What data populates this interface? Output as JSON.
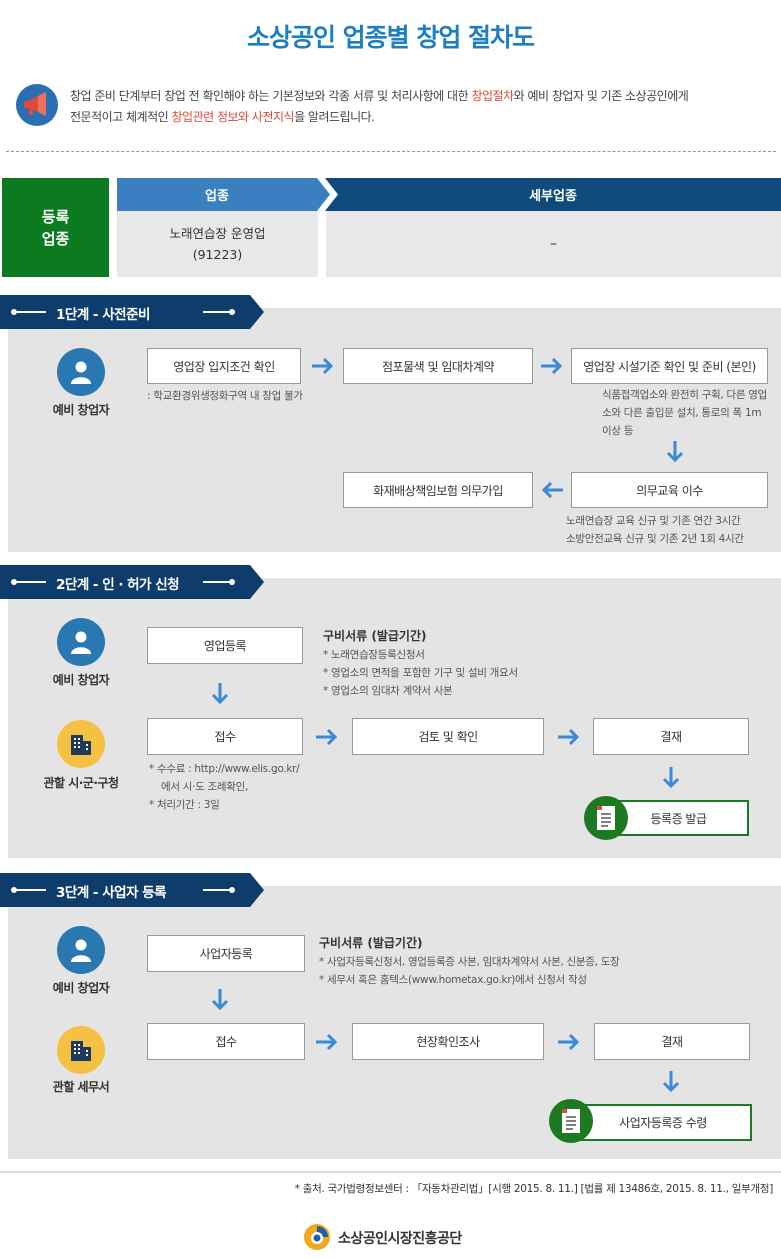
{
  "title": "소상공인 업종별 창업 절차도",
  "intro": {
    "p1": "창업 준비 단계부터 창업 전 확인해야 하는 기본정보와 각종 서류 및 처리사항에 대한 ",
    "p1_red": "창업절차",
    "p2": "와 예비 창업자 및 기존 소상공인에게",
    "p3": "전문적이고 체계적인 ",
    "p3_red": "창업관련 정보와 사전지식",
    "p4": "을 알려드립니다."
  },
  "registration": {
    "label_line1": "등록",
    "label_line2": "업종",
    "head_industry": "업종",
    "head_sub": "세부업종",
    "industry_line1": "노래연습장 운영업",
    "industry_line2": "(91223)",
    "sub_value": "–"
  },
  "stage1": {
    "tag": "1단계 - 사전준비",
    "role": "예비 창업자",
    "step1": "영업장 입지조건 확인",
    "step1_note": ": 학교환경위생정화구역 내 창업 불가",
    "step2": "점포물색 및 임대차계약",
    "step3": "영업장 시설기준 확인 및 준비 (본인)",
    "step3_note1": "식품접객업소와 완전히 구획, 다른 영업",
    "step3_note2": "소와 다른 출입문 설치, 통로의 폭 1m",
    "step3_note3": "이상 등",
    "step4": "의무교육 이수",
    "step4_note1": "노래연습장 교육 신규 및 기존 연간 3시간",
    "step4_note2": "소방안전교육 신규 및 기존 2년 1회 4시간",
    "step5": "화재배상책임보험 의무가입"
  },
  "stage2": {
    "tag": "2단계 - 인 · 허가 신청",
    "role1": "예비 창업자",
    "role2": "관할 시·군·구청",
    "step1": "영업등록",
    "docs_title": "구비서류 (발급기간)",
    "doc1": "* 노래연습장등록신청서",
    "doc2": "* 영업소의 면적을 포함한 기구 및 설비 개요서",
    "doc3": "* 영업소의 임대차 계약서 사본",
    "step2": "접수",
    "step2_note1": "* 수수료 : http://www.elis.go.kr/",
    "step2_note2": "에서 시·도 조례확인,",
    "step2_note3": "* 처리기간  : 3일",
    "step3": "검토 및 확인",
    "step4": "결재",
    "result": "등록증 발급"
  },
  "stage3": {
    "tag": "3단계 - 사업자 등록",
    "role1": "예비 창업자",
    "role2": "관할 세무서",
    "step1": "사업자등록",
    "docs_title": "구비서류 (발급기간)",
    "doc1": "* 사업자등록신청서, 영업등록증 사본, 임대차계약서 사본, 신분증, 도장",
    "doc2": "* 세무서 혹은 홈텍스(www.hometax.go.kr)에서 신청서 작성",
    "step2": "접수",
    "step3": "현장확인조사",
    "step4": "결재",
    "result": "사업자등록증 수령"
  },
  "source": "* 출처. 국가법령정보센터 : 「자동차관리법」[시행 2015. 8. 11.] [법률 제 13486호, 2015. 8. 11., 일부개정]",
  "logo": "소상공인시장진흥공단",
  "colors": {
    "blue": "#1c7fc4",
    "navy": "#0f3d6b",
    "green": "#0c7a1e",
    "arrow": "#3a8ad8",
    "red": "#e04a3a"
  }
}
